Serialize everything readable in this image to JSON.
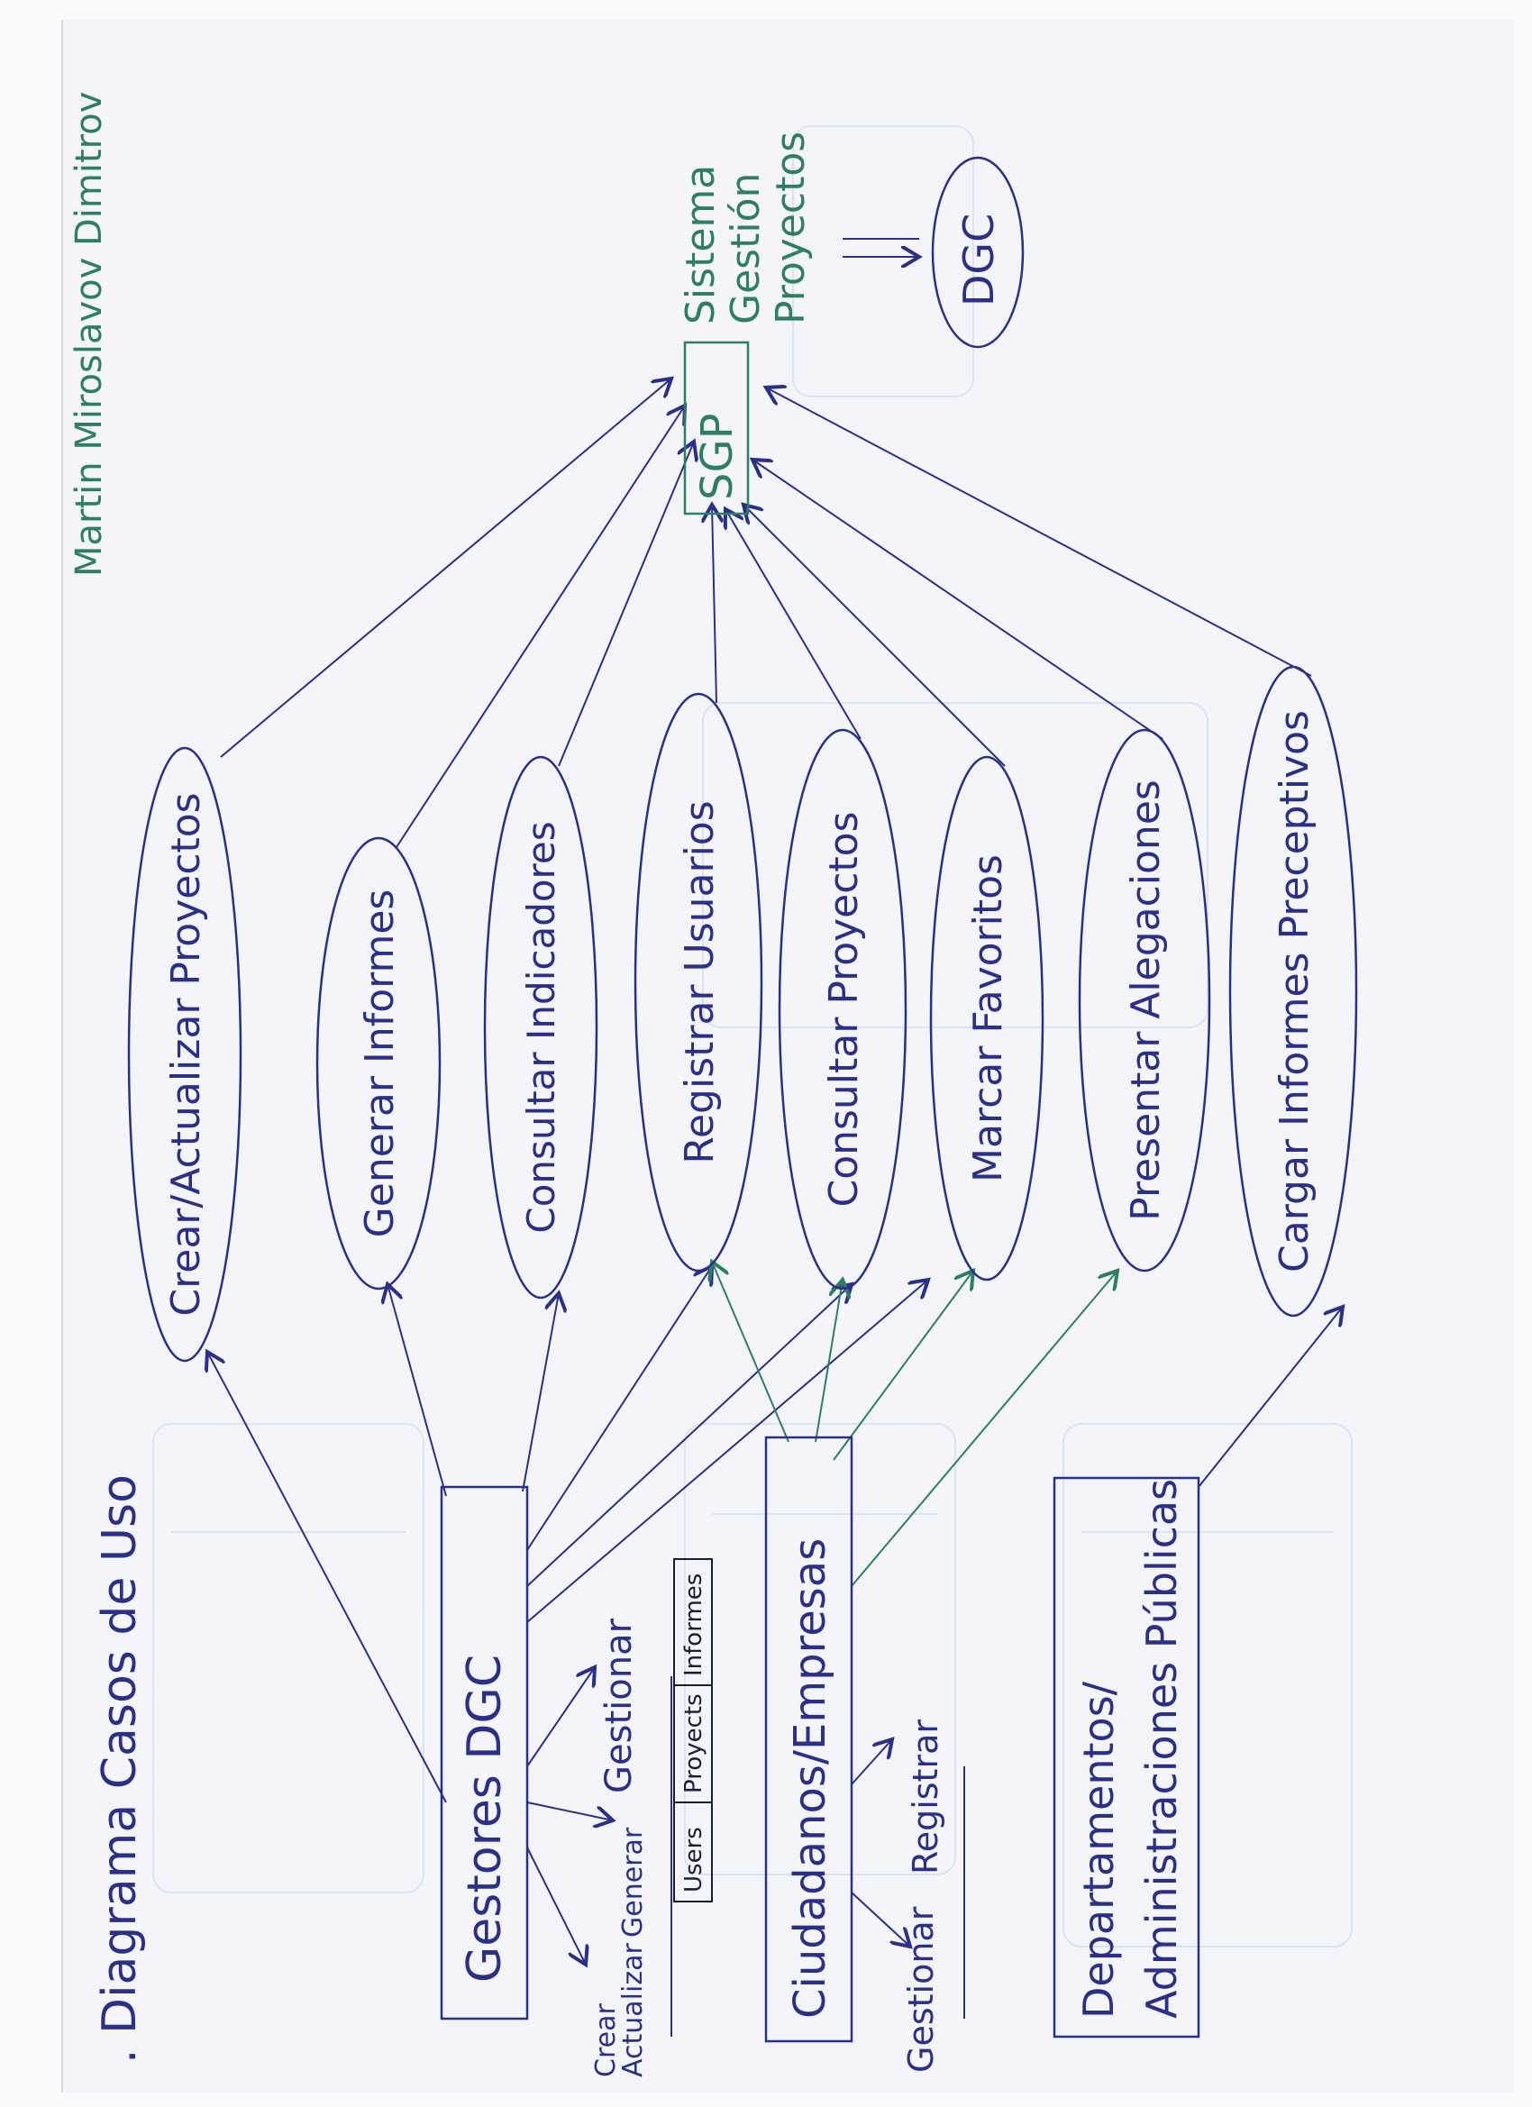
{
  "title": ". Diagrama Casos de Uso",
  "author": "Martin Miroslavov Dimitrov",
  "system": {
    "abbrev": "SGP",
    "full_name": [
      "Sistema",
      "Gestión",
      "Proyectos"
    ],
    "target": "DGC"
  },
  "use_cases": [
    {
      "id": "uc1",
      "label": "Crear/Actualizar Proyectos"
    },
    {
      "id": "uc2",
      "label": "Generar Informes"
    },
    {
      "id": "uc3",
      "label": "Consultar Indicadores"
    },
    {
      "id": "uc4",
      "label": "Registrar Usuarios"
    },
    {
      "id": "uc5",
      "label": "Consultar Proyectos"
    },
    {
      "id": "uc6",
      "label": "Marcar Favoritos"
    },
    {
      "id": "uc7",
      "label": "Presentar Alegaciones"
    },
    {
      "id": "uc8",
      "label": "Cargar Informes Preceptivos"
    }
  ],
  "actors": [
    {
      "id": "a1",
      "label": "Gestores DGC"
    },
    {
      "id": "a2",
      "label": "Ciudadanos/Empresas"
    },
    {
      "id": "a3",
      "label": [
        "Departamentos/",
        "Administraciones Públicas"
      ]
    }
  ],
  "gestores_notes": {
    "crear_actualizar": [
      "Crear",
      "Actualizar"
    ],
    "generar": "Generar",
    "gestionar": "Gestionar",
    "boxes": [
      "Users",
      "Proyects",
      "Informes"
    ]
  },
  "ciudadanos_notes": {
    "gestionar": "Gestionar",
    "registrar": "Registrar"
  },
  "colors": {
    "ink": "#2b2f86",
    "green": "#2f7d63",
    "paper": "#f4f5fb"
  }
}
